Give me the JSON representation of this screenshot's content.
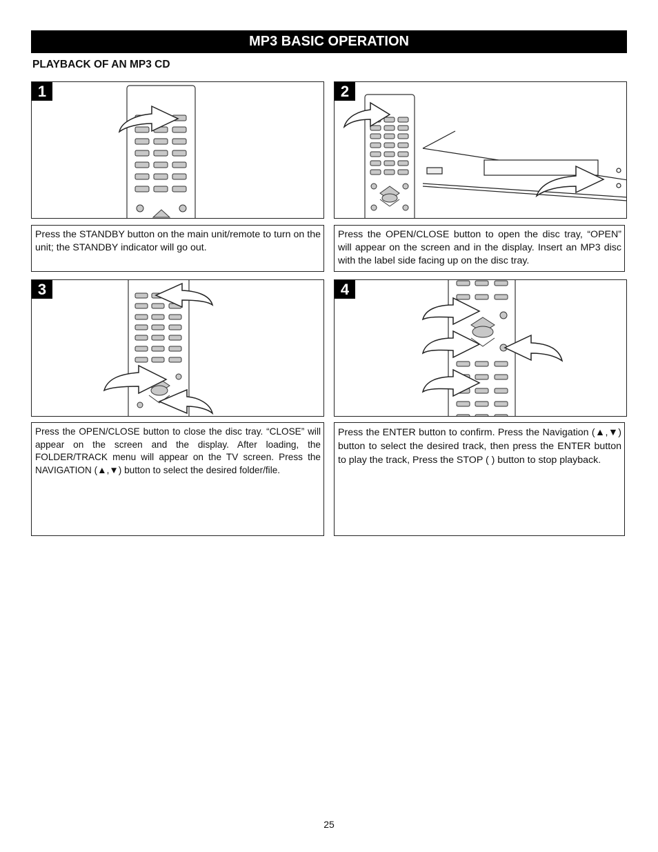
{
  "header": {
    "title": "MP3 BASIC OPERATION",
    "subtitle": "PLAYBACK OF AN MP3 CD"
  },
  "steps": [
    {
      "number": "1",
      "text": "Press the STANDBY button on the main unit/remote to turn on the unit; the STANDBY indicator will go out."
    },
    {
      "number": "2",
      "text": "Press the OPEN/CLOSE button to open the disc tray, “OPEN” will appear on the screen and in the display. Insert an MP3 disc with the label side facing up on the disc tray."
    },
    {
      "number": "3",
      "text": "Press the OPEN/CLOSE button      to close the disc tray. “CLOSE” will appear on the screen and the display. After loading, the FOLDER/TRACK menu will appear on the TV screen. Press the NAVIGATION (▲,▼)  button      to select the desired folder/file."
    },
    {
      "number": "4",
      "text": "Press the ENTER button      to confirm. Press the Navigation (▲,▼) button      to select the desired track, then press the ENTER button      to play the track, Press the STOP (    ) button      to stop playback."
    }
  ],
  "footer": {
    "page_number": "25"
  }
}
